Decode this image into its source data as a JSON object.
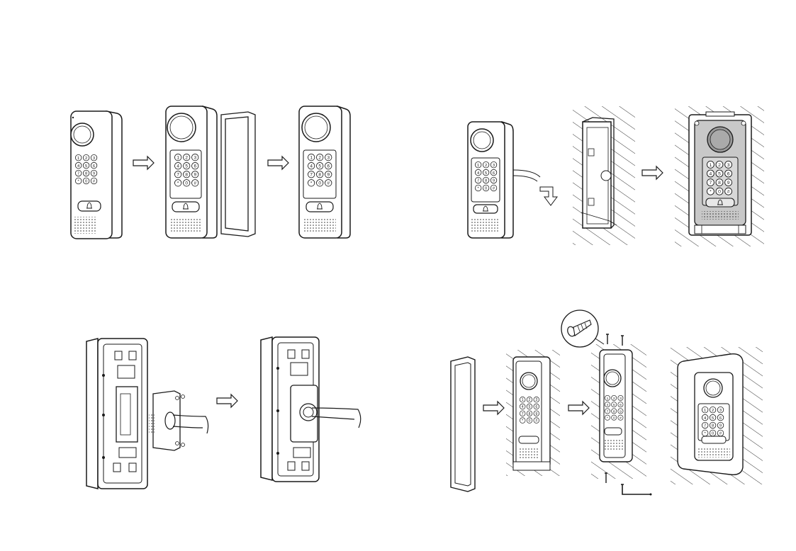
{
  "keypad": {
    "keys": [
      "1",
      "2",
      "3",
      "4",
      "5",
      "6",
      "7",
      "8",
      "9",
      "*",
      "0",
      "#"
    ]
  },
  "icons": {
    "bell": "bell-icon",
    "arrow": "arrow-right-icon",
    "screw": "screw-icon",
    "wrench": "hex-key-icon"
  },
  "colors": {
    "line": "#1a1a1a",
    "device_fill": "#ffffff",
    "device_grey": "#c8c8c8",
    "hatch": "#333333"
  }
}
